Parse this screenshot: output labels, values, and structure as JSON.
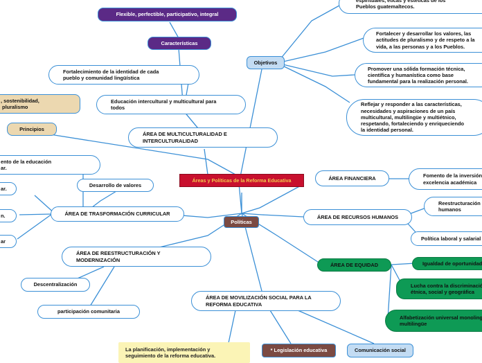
{
  "main_title": "Áreas y Políticas de la Reforma Educativa",
  "hubs": {
    "politicas": "Políticas",
    "objetivos": "Objetivos",
    "caracteristicas": "Características",
    "principios": "Principios"
  },
  "caracteristicas_items": [
    "Flexible, perfectible, participativo, integral"
  ],
  "principios_items": [
    ", sostenibilidad,\n pluralismo"
  ],
  "objetivos_items": [
    "espirituales, éticas y estéticas de los\nPueblos guatemaltecos.",
    "Fortalecer y desarrollar los valores, las\nactitudes de pluralismo y de respeto a la\nvida, a las personas y a los Pueblos.",
    "Promover una sólida formación técnica,\ncientífica y humanística como base\nfundamental para la realización personal.",
    "Reflejar y responder a las características,\nnecesidades y aspiraciones de un país\nmulticultural, multilingüe y multiétnico,\nrespetando, fortaleciendo y enriqueciendo\nla identidad personal."
  ],
  "areas": {
    "multiculturalidad": "ÁREA DE MULTICULTURALIDAD E\nINTERCULTURALIDAD",
    "financiera": "ÁREA FINANCIERA",
    "recursos_humanos": "ÁREA DE RECURSOS HUMANOS",
    "equidad": "ÁREA DE EQUIDAD",
    "transformacion": "ÁREA DE TRASFORMACIÓN CURRICULAR",
    "reestructuracion": "ÁREA DE REESTRUCTURACIÓN Y\nMODERNIZACIÓN",
    "movilizacion": "ÁREA DE MOVILIZACIÓN SOCIAL PARA LA\nREFORMA EDUCATIVA"
  },
  "multiculturalidad_items": [
    "Fortalecimiento de la identidad de cada\npueblo y comunidad lingüística",
    "Educación intercultural y multicultural para\ntodos"
  ],
  "financiera_items": [
    "Fomento de la inversión\nexcelencia académica"
  ],
  "recursos_humanos_items": [
    "Reestructuración\nhumanos",
    "Política laboral y salarial"
  ],
  "equidad_items": [
    "Igualdad de oportunidades",
    "Lucha contra la discriminación\nétnica, social y geográfica",
    "Alfabetización universal monolingüe y\nmultilingüe"
  ],
  "transformacion_items": [
    "ento de la educación\nar.",
    "ar.",
    "n.",
    "ar",
    "Desarrollo de valores"
  ],
  "reestructuracion_items": [
    "Descentralización",
    "participación comunitaria"
  ],
  "movilizacion_items": [
    "* Legislación educativa",
    "Comunicación social"
  ],
  "note": "La planificación, implementación y\nseguimiento de la reforma educativa."
}
